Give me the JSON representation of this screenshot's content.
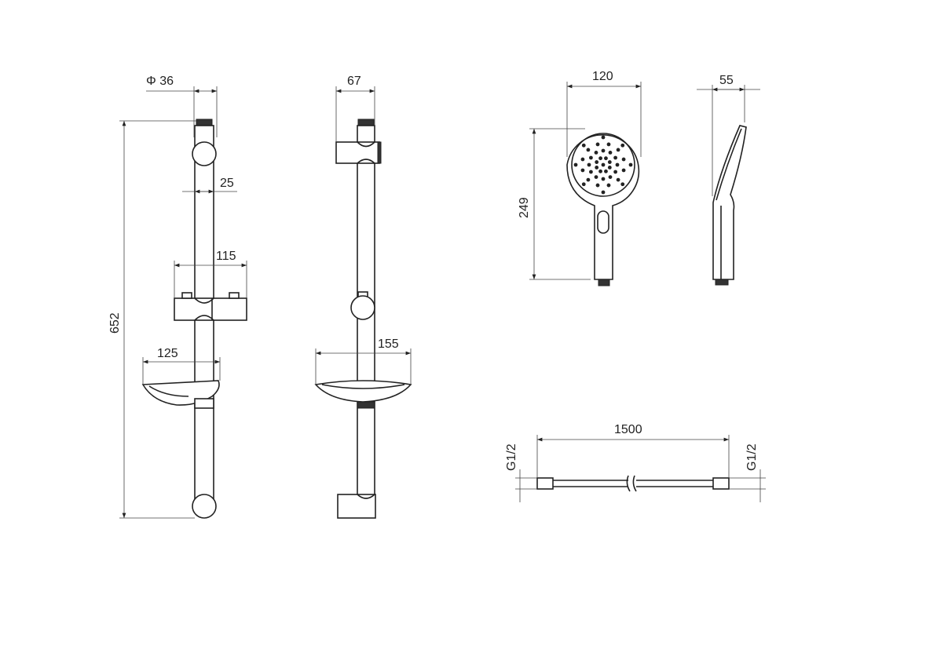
{
  "drawing": {
    "rail_front": {
      "diameter": "Φ 36",
      "height": "652",
      "rail_width": "25",
      "slider_width": "115",
      "dish_width": "125"
    },
    "rail_side": {
      "depth": "67",
      "dish_width": "155"
    },
    "hand_shower_front": {
      "head_width": "120",
      "length": "249"
    },
    "hand_shower_side": {
      "depth": "55"
    },
    "hose": {
      "length": "1500",
      "thread_left": "G1/2",
      "thread_right": "G1/2"
    }
  }
}
